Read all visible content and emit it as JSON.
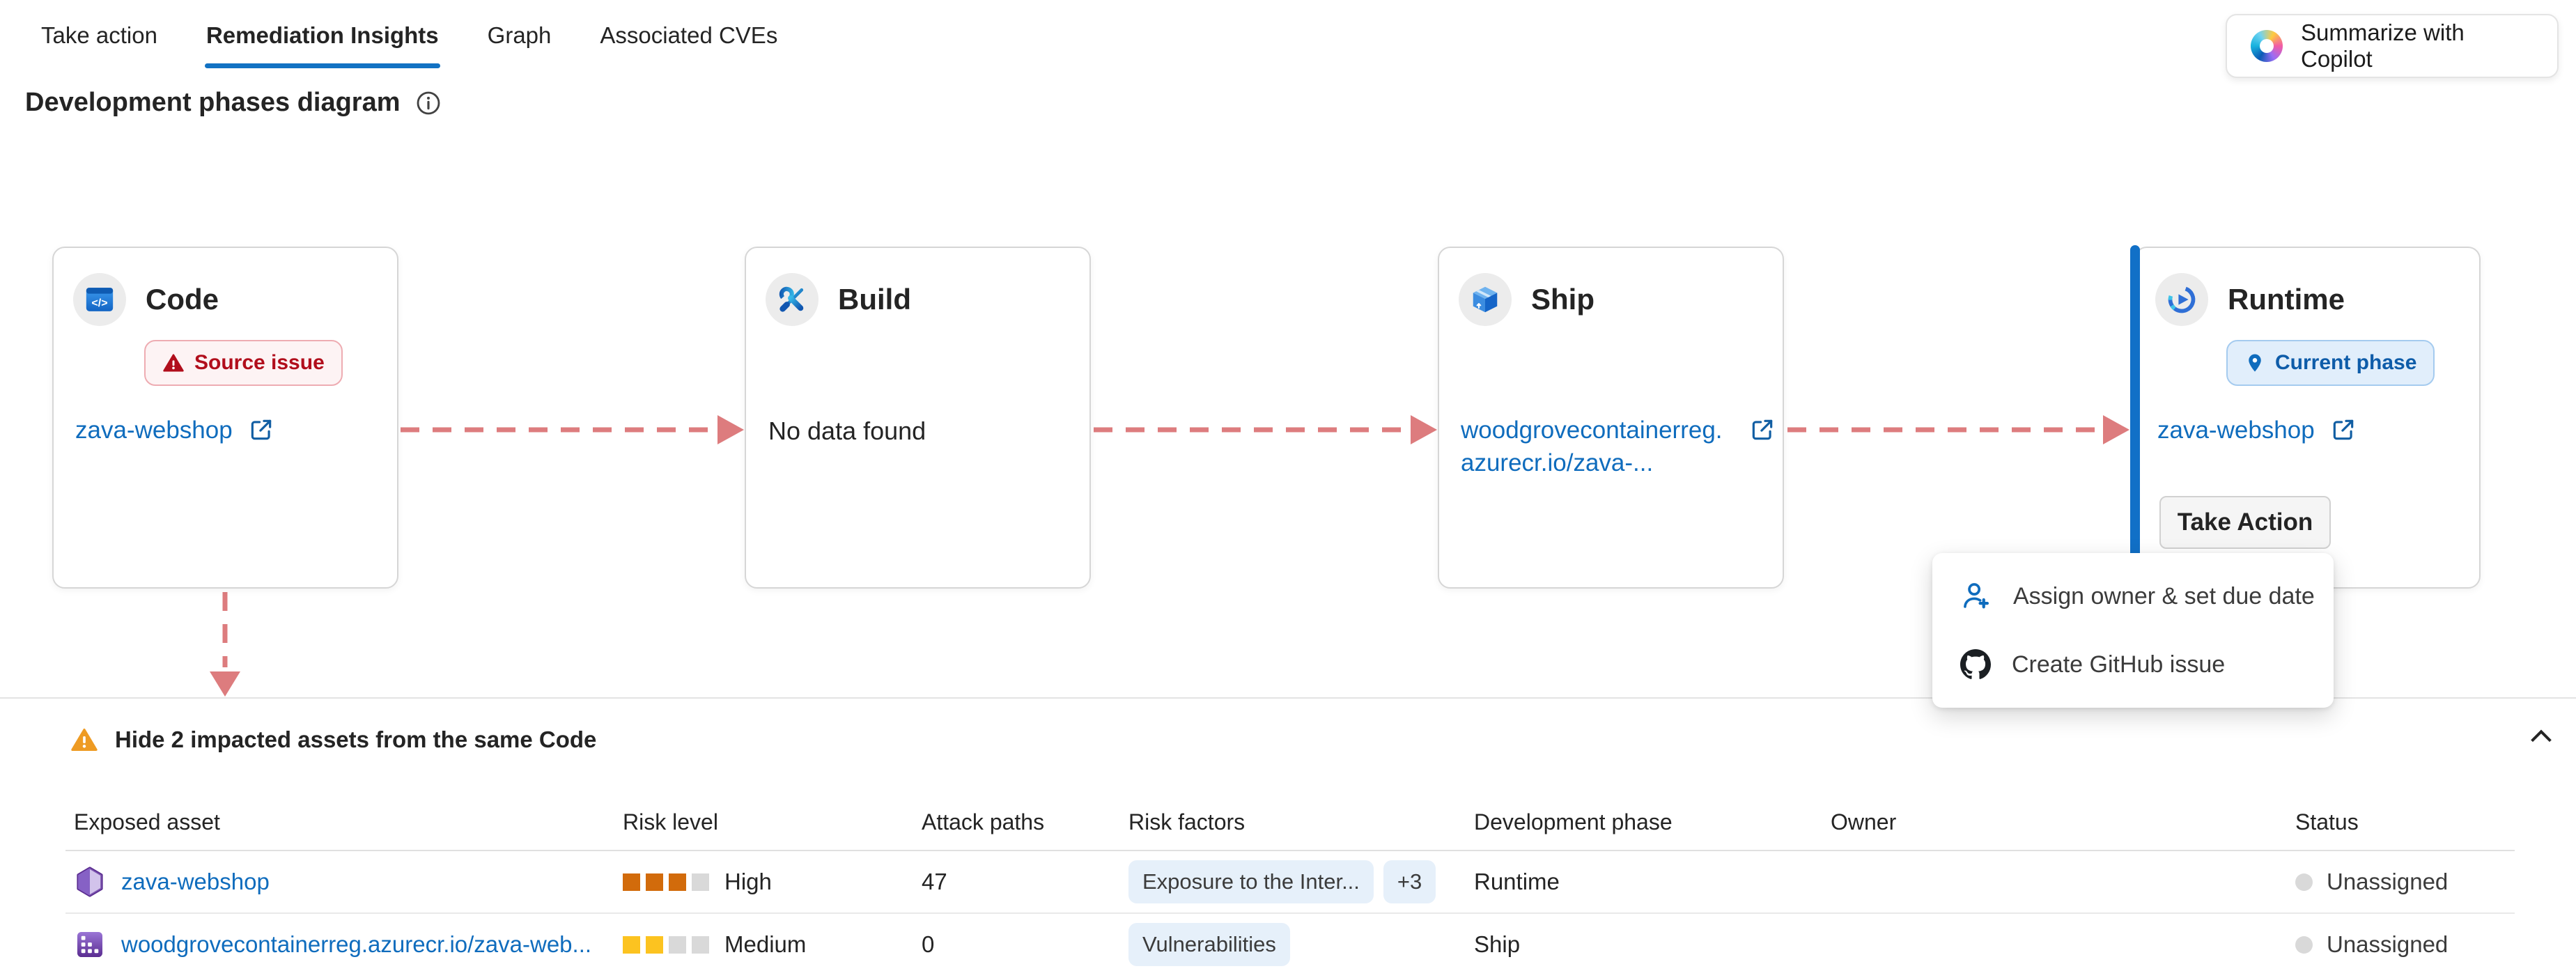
{
  "tabs": {
    "items": [
      {
        "label": "Take action",
        "active": false
      },
      {
        "label": "Remediation Insights",
        "active": true
      },
      {
        "label": "Graph",
        "active": false
      },
      {
        "label": "Associated CVEs",
        "active": false
      }
    ]
  },
  "copilot_button": {
    "label": "Summarize with Copilot",
    "icon": "copilot-icon"
  },
  "page": {
    "title": "Development phases diagram",
    "title_icon": "info-icon"
  },
  "diagram": {
    "cards": [
      {
        "title": "Code",
        "icon": "code-icon",
        "badge": "Source issue",
        "link": "zava-webshop"
      },
      {
        "title": "Build",
        "icon": "build-icon",
        "empty": "No data found"
      },
      {
        "title": "Ship",
        "icon": "package-icon",
        "link": "woodgrovecontainerreg.azurecr.io/zava-..."
      },
      {
        "title": "Runtime",
        "icon": "runtime-icon",
        "badge": "Current phase",
        "link": "zava-webshop",
        "action": "Take Action"
      }
    ],
    "menu": {
      "items": [
        {
          "icon": "person-add-icon",
          "label": "Assign owner & set due date"
        },
        {
          "icon": "github-icon",
          "label": "Create GitHub issue"
        }
      ]
    }
  },
  "assets_section": {
    "header": "Hide 2 impacted assets from the same Code",
    "header_icon": "warning-icon",
    "collapse_icon": "chevron-up-icon",
    "table": {
      "columns": [
        "Exposed asset",
        "Risk level",
        "Attack paths",
        "Risk factors",
        "Development phase",
        "Owner",
        "Status"
      ],
      "rows": [
        {
          "asset": "zava-webshop",
          "asset_icon": "application-icon",
          "risk_level": "High",
          "risk_filled": 3,
          "risk_total": 4,
          "attack_paths": "47",
          "factors": [
            "Exposure to the Inter...",
            "+3"
          ],
          "development_phase": "Runtime",
          "owner": "",
          "status": "Unassigned"
        },
        {
          "asset": "woodgrovecontainerreg.azurecr.io/zava-web...",
          "asset_icon": "container-registry-icon",
          "risk_level": "Medium",
          "risk_filled": 2,
          "risk_total": 4,
          "attack_paths": "0",
          "factors": [
            "Vulnerabilities"
          ],
          "development_phase": "Ship",
          "owner": "",
          "status": "Unassigned"
        }
      ]
    }
  },
  "colors": {
    "accent_blue": "#0f6cbd",
    "link_blue": "#0f6cbd",
    "error_red": "#b10e1c",
    "warning_orange": "#ee9b23",
    "risk_high": "#d26b0b",
    "risk_medium": "#fcc320",
    "risk_empty": "#d9d9d9",
    "arrow_salmon": "#dd7c7e"
  }
}
